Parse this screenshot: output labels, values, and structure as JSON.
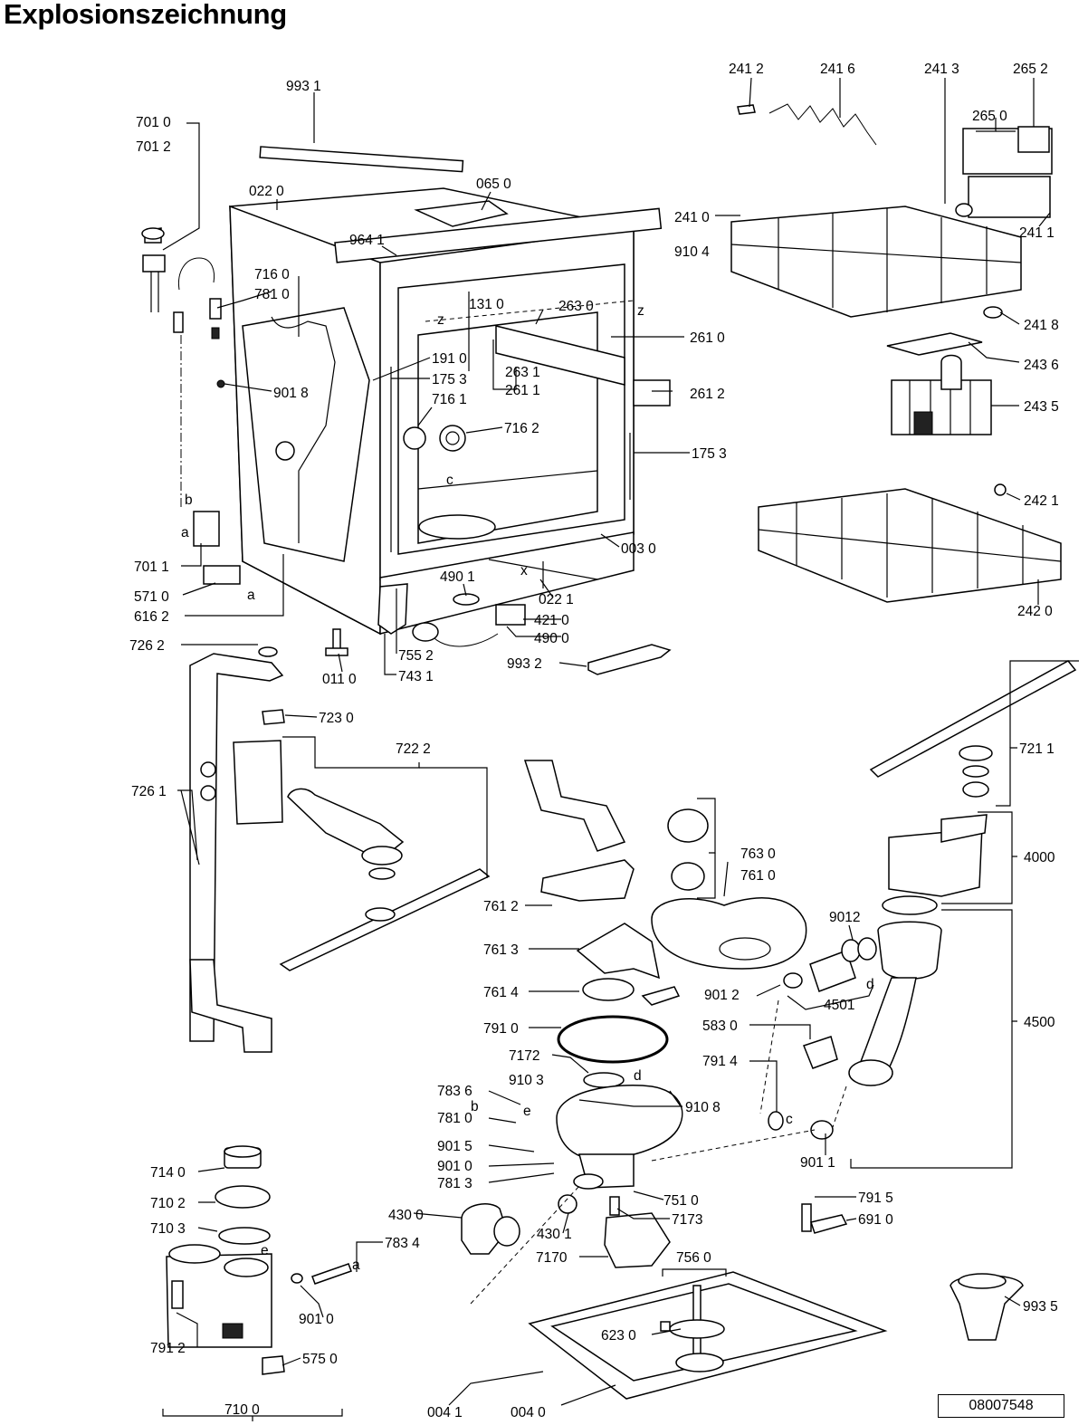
{
  "title": "Explosionszeichnung",
  "document_number": "08007548",
  "part_labels": [
    "993 1",
    "701 0",
    "701 2",
    "022 0",
    "065 0",
    "964 1",
    "716 0",
    "781 0",
    "131 0",
    "263 0",
    "261 0",
    "191 0",
    "175 3",
    "263 1",
    "261 1",
    "261 2",
    "716 1",
    "716 2",
    "901 8",
    "175 3",
    "003 0",
    "701 1",
    "571 0",
    "616 2",
    "490 1",
    "022 1",
    "421 0",
    "490 0",
    "726 2",
    "011 0",
    "755 2",
    "743 1",
    "993 2",
    "723 0",
    "722 2",
    "726 1",
    "241 2",
    "241 6",
    "241 3",
    "265 2",
    "265 0",
    "241 0",
    "910 4",
    "241 1",
    "241 8",
    "243 6",
    "243 5",
    "242 1",
    "242 0",
    "721 1",
    "4000",
    "763 0",
    "761 0",
    "761 2",
    "9012",
    "761 3",
    "901 2",
    "4501",
    "761 4",
    "4500",
    "791 0",
    "583 0",
    "7172",
    "910 3",
    "791 4",
    "783 6",
    "910 8",
    "781 0",
    "901 5",
    "901 0",
    "781 3",
    "901 1",
    "751 0",
    "714 0",
    "710 2",
    "7173",
    "791 5",
    "430 0",
    "691 0",
    "710 3",
    "430 1",
    "783 4",
    "7170",
    "756 0",
    "901 0",
    "993 5",
    "791 2",
    "623 0",
    "575 0",
    "710 0",
    "004 1",
    "004 0"
  ],
  "reference_letters": [
    "z",
    "z",
    "c",
    "x",
    "b",
    "a",
    "a",
    "d",
    "d",
    "e",
    "b",
    "e",
    "a",
    "c"
  ]
}
